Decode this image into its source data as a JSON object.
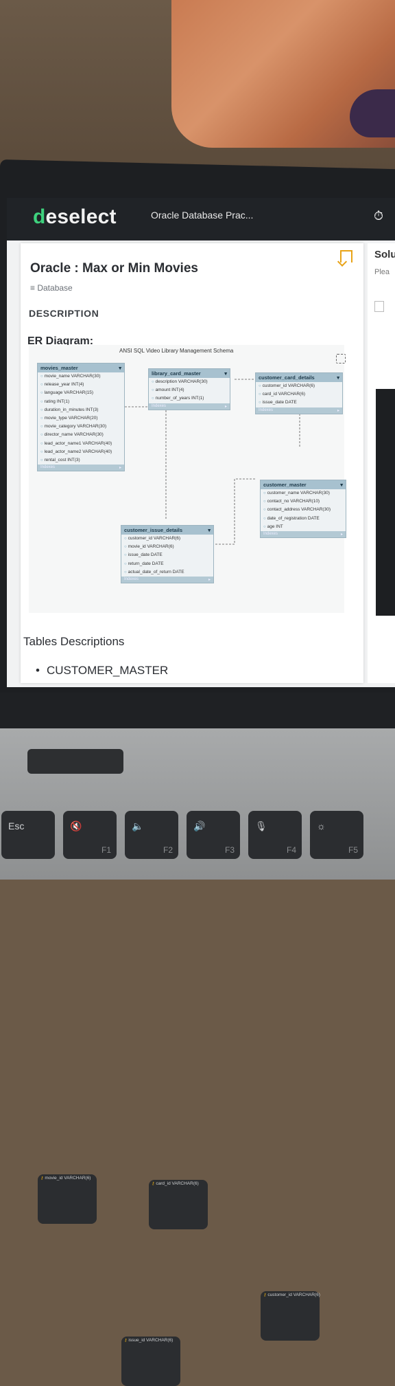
{
  "app": {
    "logo": "deselect",
    "breadcrumb": "Oracle Database Prac...",
    "timer_icon": "stopwatch-icon"
  },
  "problem": {
    "title": "Oracle : Max or Min Movies",
    "tag": "Database",
    "description_heading": "DESCRIPTION",
    "er_heading": "ER Diagram:",
    "tables_heading": "Tables Descriptions",
    "first_table": "CUSTOMER_MASTER"
  },
  "side_panel": {
    "title": "Solu",
    "subtitle": "Plea"
  },
  "diagram": {
    "schema_title": "ANSI SQL Video Library Management Schema",
    "footer_label": "Indexes",
    "tables": {
      "movies_master": {
        "name": "movies_master",
        "columns": [
          "movie_id VARCHAR(6)",
          "movie_name VARCHAR(30)",
          "release_year INT(4)",
          "language VARCHAR(15)",
          "rating INT(1)",
          "duration_in_minutes INT(3)",
          "movie_type VARCHAR(20)",
          "movie_category VARCHAR(30)",
          "director_name VARCHAR(30)",
          "lead_actor_name1 VARCHAR(40)",
          "lead_actor_name2 VARCHAR(40)",
          "rental_cost INT(3)"
        ]
      },
      "library_card_master": {
        "name": "library_card_master",
        "columns": [
          "card_id VARCHAR(6)",
          "description VARCHAR(30)",
          "amount INT(4)",
          "number_of_years INT(1)"
        ]
      },
      "customer_card_details": {
        "name": "customer_card_details",
        "columns": [
          "customer_id VARCHAR(6)",
          "card_id VARCHAR(6)",
          "issue_date DATE"
        ]
      },
      "customer_master": {
        "name": "customer_master",
        "columns": [
          "customer_id VARCHAR(6)",
          "customer_name VARCHAR(30)",
          "contact_no VARCHAR(10)",
          "contact_address VARCHAR(30)",
          "date_of_registration DATE",
          "age INT"
        ]
      },
      "customer_issue_details": {
        "name": "customer_issue_details",
        "columns": [
          "issue_id VARCHAR(6)",
          "customer_id VARCHAR(6)",
          "movie_id VARCHAR(6)",
          "issue_date DATE",
          "return_date DATE",
          "actual_date_of_return DATE"
        ]
      }
    }
  },
  "keyboard": {
    "keys": [
      {
        "glyph": "Esc",
        "fn": ""
      },
      {
        "glyph": "🔇",
        "fn": "F1"
      },
      {
        "glyph": "🔈",
        "fn": "F2"
      },
      {
        "glyph": "🔊",
        "fn": "F3"
      },
      {
        "glyph": "🎙",
        "fn": "F4"
      },
      {
        "glyph": "☼",
        "fn": "F5"
      }
    ]
  },
  "colors": {
    "brand_green": "#3ed17d",
    "appbar": "#202327",
    "bookmark": "#e8a317",
    "table_header": "#a7c1cf"
  }
}
